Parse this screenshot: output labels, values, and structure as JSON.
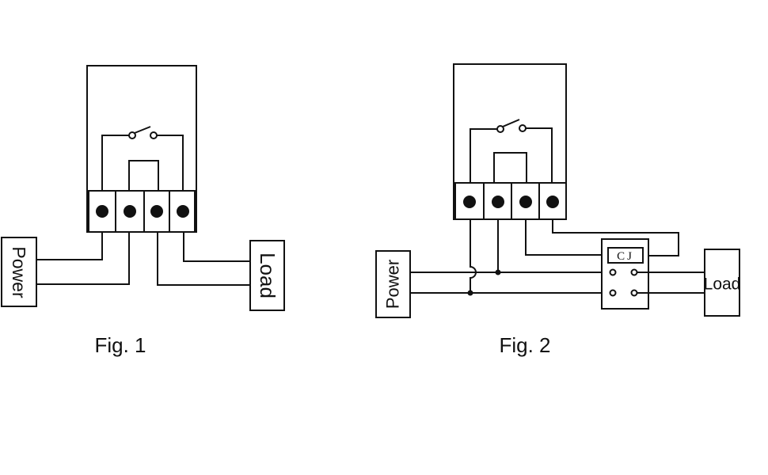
{
  "figures": {
    "fig1": {
      "caption": "Fig. 1",
      "power_label": "Power",
      "load_label": "Load"
    },
    "fig2": {
      "caption": "Fig. 2",
      "power_label": "Power",
      "load_label": "Load",
      "contactor_label": "CJ"
    }
  }
}
